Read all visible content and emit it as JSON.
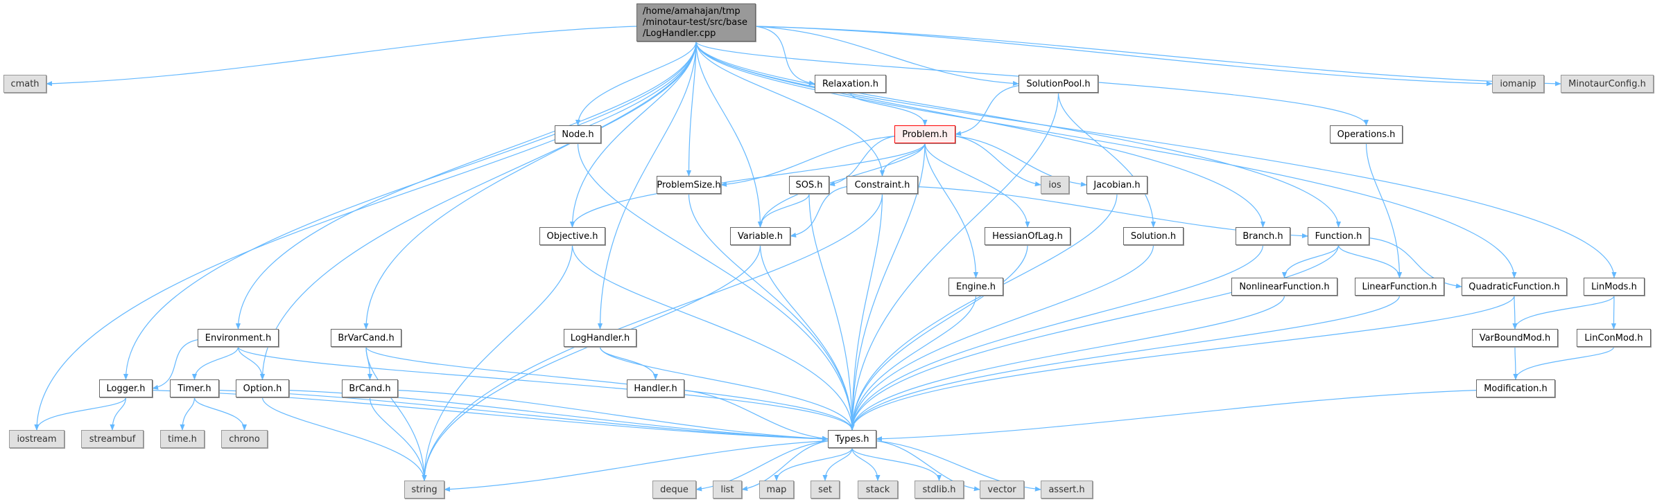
{
  "graph": {
    "edge_color": "#63b8ff",
    "nodes": [
      {
        "id": "root",
        "label": "/home/amahajan/tmp\n/minotaur-test/src/base\n/LogHandler.cpp",
        "kind": "root"
      },
      {
        "id": "cmath",
        "label": "cmath",
        "kind": "sys"
      },
      {
        "id": "relaxation",
        "label": "Relaxation.h",
        "kind": "file"
      },
      {
        "id": "solutionpool",
        "label": "SolutionPool.h",
        "kind": "file"
      },
      {
        "id": "iomanip",
        "label": "iomanip",
        "kind": "sys"
      },
      {
        "id": "minotaurconfig",
        "label": "MinotaurConfig.h",
        "kind": "sys"
      },
      {
        "id": "node",
        "label": "Node.h",
        "kind": "file"
      },
      {
        "id": "problem",
        "label": "Problem.h",
        "kind": "focus"
      },
      {
        "id": "operations",
        "label": "Operations.h",
        "kind": "file"
      },
      {
        "id": "problemsize",
        "label": "ProblemSize.h",
        "kind": "file"
      },
      {
        "id": "sos",
        "label": "SOS.h",
        "kind": "file"
      },
      {
        "id": "constraint",
        "label": "Constraint.h",
        "kind": "file"
      },
      {
        "id": "ios",
        "label": "ios",
        "kind": "sys"
      },
      {
        "id": "jacobian",
        "label": "Jacobian.h",
        "kind": "file"
      },
      {
        "id": "objective",
        "label": "Objective.h",
        "kind": "file"
      },
      {
        "id": "variable",
        "label": "Variable.h",
        "kind": "file"
      },
      {
        "id": "hessianoflag",
        "label": "HessianOfLag.h",
        "kind": "file"
      },
      {
        "id": "solution",
        "label": "Solution.h",
        "kind": "file"
      },
      {
        "id": "branch",
        "label": "Branch.h",
        "kind": "file"
      },
      {
        "id": "function",
        "label": "Function.h",
        "kind": "file"
      },
      {
        "id": "engine",
        "label": "Engine.h",
        "kind": "file"
      },
      {
        "id": "nonlinearfunction",
        "label": "NonlinearFunction.h",
        "kind": "file"
      },
      {
        "id": "linearfunction",
        "label": "LinearFunction.h",
        "kind": "file"
      },
      {
        "id": "quadraticfunction",
        "label": "QuadraticFunction.h",
        "kind": "file"
      },
      {
        "id": "linmods",
        "label": "LinMods.h",
        "kind": "file"
      },
      {
        "id": "environment",
        "label": "Environment.h",
        "kind": "file"
      },
      {
        "id": "brvarcand",
        "label": "BrVarCand.h",
        "kind": "file"
      },
      {
        "id": "loghandlerh",
        "label": "LogHandler.h",
        "kind": "file"
      },
      {
        "id": "varboundmod",
        "label": "VarBoundMod.h",
        "kind": "file"
      },
      {
        "id": "linconmod",
        "label": "LinConMod.h",
        "kind": "file"
      },
      {
        "id": "logger",
        "label": "Logger.h",
        "kind": "file"
      },
      {
        "id": "timer",
        "label": "Timer.h",
        "kind": "file"
      },
      {
        "id": "option",
        "label": "Option.h",
        "kind": "file"
      },
      {
        "id": "brcand",
        "label": "BrCand.h",
        "kind": "file"
      },
      {
        "id": "handler",
        "label": "Handler.h",
        "kind": "file"
      },
      {
        "id": "modification",
        "label": "Modification.h",
        "kind": "file"
      },
      {
        "id": "iostream",
        "label": "iostream",
        "kind": "sys"
      },
      {
        "id": "streambuf",
        "label": "streambuf",
        "kind": "sys"
      },
      {
        "id": "timeh",
        "label": "time.h",
        "kind": "sys"
      },
      {
        "id": "chrono",
        "label": "chrono",
        "kind": "sys"
      },
      {
        "id": "types",
        "label": "Types.h",
        "kind": "file"
      },
      {
        "id": "string",
        "label": "string",
        "kind": "sys"
      },
      {
        "id": "deque",
        "label": "deque",
        "kind": "sys"
      },
      {
        "id": "list",
        "label": "list",
        "kind": "sys"
      },
      {
        "id": "map",
        "label": "map",
        "kind": "sys"
      },
      {
        "id": "set",
        "label": "set",
        "kind": "sys"
      },
      {
        "id": "stack",
        "label": "stack",
        "kind": "sys"
      },
      {
        "id": "stdlib",
        "label": "stdlib.h",
        "kind": "sys"
      },
      {
        "id": "vector",
        "label": "vector",
        "kind": "sys"
      },
      {
        "id": "assert",
        "label": "assert.h",
        "kind": "sys"
      }
    ],
    "edges": [
      [
        "root",
        "cmath"
      ],
      [
        "root",
        "iostream"
      ],
      [
        "root",
        "logger"
      ],
      [
        "root",
        "environment"
      ],
      [
        "root",
        "option"
      ],
      [
        "root",
        "objective"
      ],
      [
        "root",
        "brvarcand"
      ],
      [
        "root",
        "loghandlerh"
      ],
      [
        "root",
        "node"
      ],
      [
        "root",
        "variable"
      ],
      [
        "root",
        "problemsize"
      ],
      [
        "root",
        "constraint"
      ],
      [
        "root",
        "relaxation"
      ],
      [
        "root",
        "solutionpool"
      ],
      [
        "root",
        "branch"
      ],
      [
        "root",
        "function"
      ],
      [
        "root",
        "operations"
      ],
      [
        "root",
        "quadraticfunction"
      ],
      [
        "root",
        "linmods"
      ],
      [
        "root",
        "iomanip"
      ],
      [
        "root",
        "minotaurconfig"
      ],
      [
        "relaxation",
        "problem"
      ],
      [
        "solutionpool",
        "problem"
      ],
      [
        "solutionpool",
        "solution"
      ],
      [
        "solutionpool",
        "types"
      ],
      [
        "node",
        "types"
      ],
      [
        "problem",
        "objective"
      ],
      [
        "problem",
        "problemsize"
      ],
      [
        "problem",
        "variable"
      ],
      [
        "problem",
        "sos"
      ],
      [
        "problem",
        "constraint"
      ],
      [
        "problem",
        "ios"
      ],
      [
        "problem",
        "jacobian"
      ],
      [
        "problem",
        "hessianoflag"
      ],
      [
        "problem",
        "engine"
      ],
      [
        "problem",
        "types"
      ],
      [
        "operations",
        "linearfunction"
      ],
      [
        "problemsize",
        "types"
      ],
      [
        "sos",
        "variable"
      ],
      [
        "sos",
        "types"
      ],
      [
        "constraint",
        "variable"
      ],
      [
        "constraint",
        "types"
      ],
      [
        "constraint",
        "string"
      ],
      [
        "constraint",
        "function"
      ],
      [
        "jacobian",
        "types"
      ],
      [
        "objective",
        "string"
      ],
      [
        "objective",
        "types"
      ],
      [
        "variable",
        "string"
      ],
      [
        "variable",
        "types"
      ],
      [
        "hessianoflag",
        "types"
      ],
      [
        "solution",
        "types"
      ],
      [
        "branch",
        "types"
      ],
      [
        "function",
        "types"
      ],
      [
        "function",
        "nonlinearfunction"
      ],
      [
        "function",
        "linearfunction"
      ],
      [
        "function",
        "quadraticfunction"
      ],
      [
        "engine",
        "types"
      ],
      [
        "nonlinearfunction",
        "types"
      ],
      [
        "linearfunction",
        "types"
      ],
      [
        "quadraticfunction",
        "varboundmod"
      ],
      [
        "quadraticfunction",
        "types"
      ],
      [
        "linmods",
        "varboundmod"
      ],
      [
        "linmods",
        "linconmod"
      ],
      [
        "varboundmod",
        "modification"
      ],
      [
        "linconmod",
        "modification"
      ],
      [
        "modification",
        "types"
      ],
      [
        "environment",
        "logger"
      ],
      [
        "environment",
        "timer"
      ],
      [
        "environment",
        "option"
      ],
      [
        "environment",
        "types"
      ],
      [
        "brvarcand",
        "string"
      ],
      [
        "brvarcand",
        "brcand"
      ],
      [
        "brvarcand",
        "types"
      ],
      [
        "loghandlerh",
        "handler"
      ],
      [
        "loghandlerh",
        "types"
      ],
      [
        "logger",
        "iostream"
      ],
      [
        "logger",
        "streambuf"
      ],
      [
        "logger",
        "types"
      ],
      [
        "timer",
        "timeh"
      ],
      [
        "timer",
        "chrono"
      ],
      [
        "timer",
        "types"
      ],
      [
        "option",
        "string"
      ],
      [
        "option",
        "types"
      ],
      [
        "brcand",
        "string"
      ],
      [
        "brcand",
        "types"
      ],
      [
        "handler",
        "types"
      ],
      [
        "types",
        "string"
      ],
      [
        "types",
        "deque"
      ],
      [
        "types",
        "list"
      ],
      [
        "types",
        "map"
      ],
      [
        "types",
        "set"
      ],
      [
        "types",
        "stack"
      ],
      [
        "types",
        "stdlib"
      ],
      [
        "types",
        "vector"
      ],
      [
        "types",
        "assert"
      ]
    ]
  }
}
